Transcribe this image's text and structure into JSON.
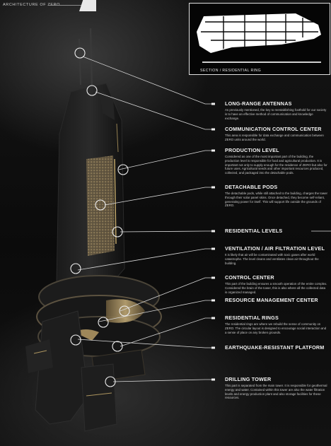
{
  "header": {
    "title": "ARCHITECTURE OF ZERO"
  },
  "inset": {
    "caption": "SECTION / RESIDENTIAL RING"
  },
  "colors": {
    "accent": "#e8c77a",
    "line": "#d8d8d8",
    "text": "#f2f2f2"
  },
  "labels": [
    {
      "title": "LONG-RANGE ANTENNAS",
      "text": "As previously mentioned, the key to reestablishing foothold for our society is to have an effective method of communication and knowledge exchange."
    },
    {
      "title": "COMMUNICATION CONTROL CENTER",
      "text": "This area is responsible for data exchange and communication between ZERO units around the world."
    },
    {
      "title": "PRODUCTION LEVEL",
      "text": "Considered as one of the most important part of the building, the production level is responsible for food and agricultural production. It is important not only to supply enough for the residence of ZERO but also for future uses. Agricultural seeds and other important resources produced, collected, and packaged into the detachable pods."
    },
    {
      "title": "DETACHABLE PODS",
      "text": "The detachable pods, while still attached to the building, charges the tower through their solar panel skins. Once detached, they become self-reliant, generating power for itself. This will support life outside the grounds of ZERO."
    },
    {
      "title": "RESIDENTIAL LEVELS",
      "text": ""
    },
    {
      "title": "VENTILATION / AIR FILTRATION LEVEL",
      "text": "It is likely that air will be contaminated with toxic gases after world catastrophe. The level cleans and ventilates clean air throughout the building."
    },
    {
      "title": "CONTROL CENTER",
      "text": "This part of the building ensures a smooth operation of the entire complex. Considered the brain of the tower, this is also where all the collected data is organized managed."
    },
    {
      "title": "RESOURCE MANAGEMENT CENTER",
      "text": ""
    },
    {
      "title": "RESIDENTIAL RINGS",
      "text": "The residential rings are where we rebuild the sense of community on ZERO. The circular layout is designed to encourage social interaction and a sense of place on any broken grounds."
    },
    {
      "title": "EARTHQUAKE-RESISTANT PLATFORM",
      "text": ""
    },
    {
      "title": "DRILLING TOWER",
      "text": "This part is separated from the main tower. It is responsible for geothermal energy and water. Contained within this tower are also the water filtration levels and energy production plant and also storage facilities for these resources."
    }
  ]
}
